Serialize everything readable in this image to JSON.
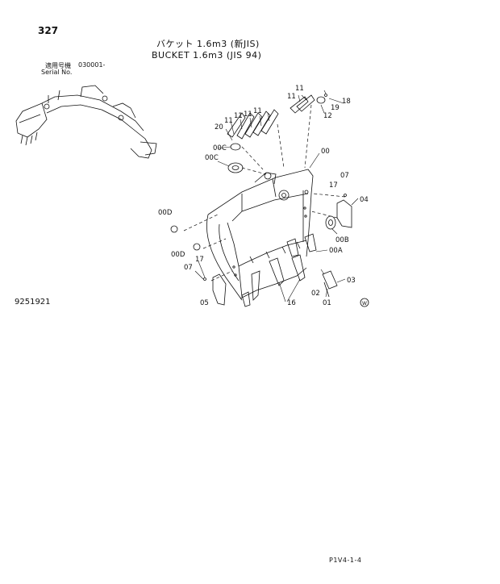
{
  "header": {
    "page_number": "327",
    "title_jp": "バケット 1.6m3 (新JIS)",
    "title_en": "BUCKET 1.6m3 (JIS 94)",
    "serial_label_jp": "適用号機",
    "serial_label_en": "Serial No.",
    "serial_range": "030001-"
  },
  "footer": {
    "drawing_number": "9251921",
    "page_code": "P1V4-1-4",
    "stamp": "W"
  },
  "callouts": {
    "c11a": "11",
    "c11b": "11",
    "c11c": "11",
    "c11d": "11",
    "c11e": "11",
    "c11f": "11",
    "c18": "18",
    "c19": "19",
    "c12": "12",
    "c20": "20",
    "c00c_a": "00C",
    "c00c_b": "00C",
    "c00": "00",
    "c17a": "17",
    "c07a": "07",
    "c04": "04",
    "c00d_a": "00D",
    "c00d_b": "00D",
    "c00b": "00B",
    "c00a": "00A",
    "c17b": "17",
    "c07b": "07",
    "c03": "03",
    "c02": "02",
    "c01": "01",
    "c05": "05",
    "c16": "16"
  }
}
